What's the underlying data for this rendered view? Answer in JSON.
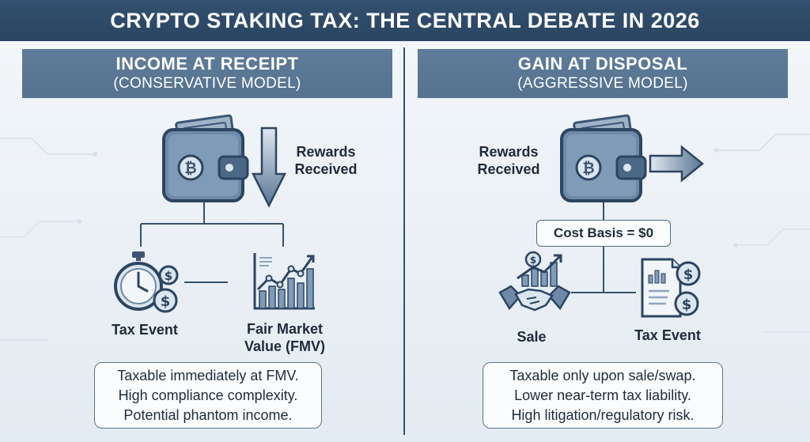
{
  "title": "CRYPTO STAKING TAX: THE CENTRAL DEBATE IN 2026",
  "left": {
    "header": "INCOME AT RECEIPT",
    "subheader": "(CONSERVATIVE MODEL)",
    "rewards_label": "Rewards Received",
    "tax_event_label": "Tax Event",
    "fmv_label": "Fair Market Value (FMV)",
    "summary": [
      "Taxable immediately at FMV.",
      "High compliance complexity.",
      "Potential phantom income."
    ]
  },
  "right": {
    "header": "GAIN AT DISPOSAL",
    "subheader": "(AGGRESSIVE MODEL)",
    "rewards_label": "Rewards Received",
    "cost_basis_label": "Cost Basis = $0",
    "sale_label": "Sale",
    "tax_event_label": "Tax Event",
    "summary": [
      "Taxable only upon sale/swap.",
      "Lower near-term tax liability.",
      "High litigation/regulatory risk."
    ]
  },
  "colors": {
    "title_bg": "#2a4562",
    "header_bg": "#587592",
    "icon_dark": "#3b5674",
    "icon_light": "#8ea6c0",
    "line": "#36516d"
  },
  "icons": [
    "wallet-icon",
    "bitcoin-icon",
    "down-arrow-icon",
    "right-arrow-icon",
    "stopwatch-icon",
    "dollar-coin-icon",
    "bar-chart-icon",
    "handshake-icon",
    "document-icon"
  ]
}
